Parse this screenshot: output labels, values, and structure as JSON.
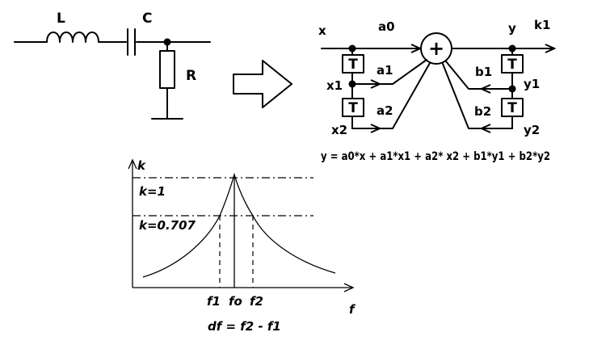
{
  "circuit": {
    "inductor_label": "L",
    "capacitor_label": "C",
    "resistor_label": "R"
  },
  "filter": {
    "input_label": "x",
    "output_label": "y",
    "gain_label": "k1",
    "delay_symbol": "T",
    "sum_symbol": "+",
    "x1_label": "x1",
    "x2_label": "x2",
    "y1_label": "y1",
    "y2_label": "y2",
    "a0_label": "a0",
    "a1_label": "a1",
    "a2_label": "a2",
    "b1_label": "b1",
    "b2_label": "b2",
    "equation": "y = a0*x + a1*x1 + a2* x2 + b1*y1 + b2*y2"
  },
  "response": {
    "y_axis_label": "k",
    "x_axis_label": "f",
    "level_1_label": "k=1",
    "level_707_label": "k=0.707",
    "f1_label": "f1",
    "f0_label": "fo",
    "f2_label": "f2",
    "bandwidth_formula": "df = f2 - f1"
  }
}
